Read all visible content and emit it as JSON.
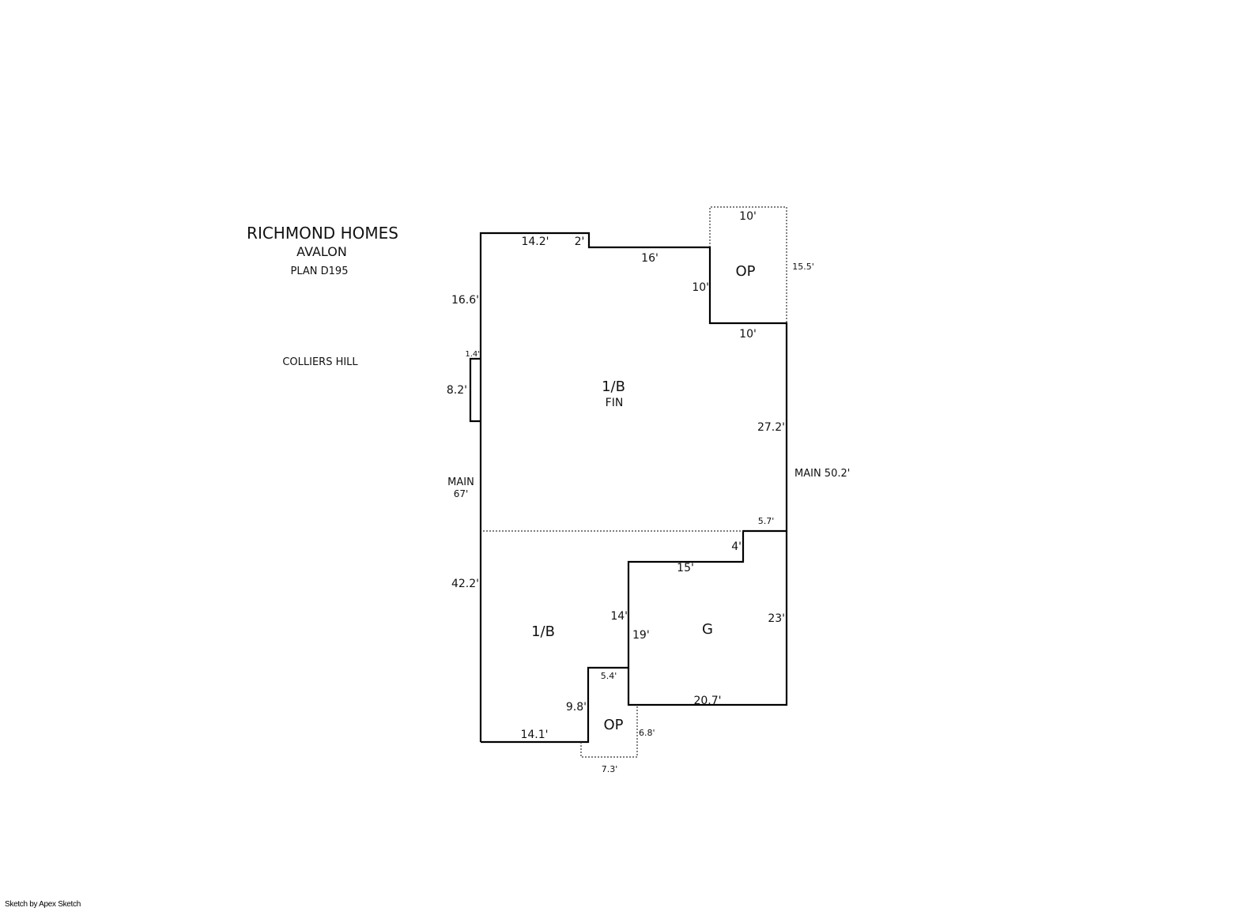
{
  "header": {
    "builder": "RICHMOND HOMES",
    "model": "AVALON",
    "plan": "PLAN D195",
    "community": "COLLIERS HILL"
  },
  "rooms": {
    "upper_main": {
      "label": "1/B",
      "sublabel": "FIN"
    },
    "upper_porch": {
      "label": "OP"
    },
    "lower_main": {
      "label": "1/B"
    },
    "garage": {
      "label": "G"
    },
    "lower_porch": {
      "label": "OP"
    }
  },
  "dimensions": {
    "top_left": "14.2'",
    "top_step": "2'",
    "top_mid": "16'",
    "porch_top": "10'",
    "porch_right": "15.5'",
    "porch_left": "10'",
    "porch_bottom": "10'",
    "left_upper": "16.6'",
    "bump_width": "1.4'",
    "bump_height": "8.2'",
    "main_left_label": "MAIN",
    "main_left_value": "67'",
    "right_upper": "27.2'",
    "main_right": "MAIN 50.2'",
    "step_width": "5.7'",
    "step_height": "4'",
    "garage_top": "15'",
    "left_lower": "42.2'",
    "garage_left_outer": "14'",
    "garage_left_inner": "19'",
    "garage_right": "23'",
    "garage_bottom": "20.7'",
    "op_top": "5.4'",
    "op_left": "9.8'",
    "bottom_left": "14.1'",
    "op_right": "6.8'",
    "op_bottom": "7.3'"
  },
  "footer": {
    "credit": "Sketch by Apex Sketch"
  }
}
